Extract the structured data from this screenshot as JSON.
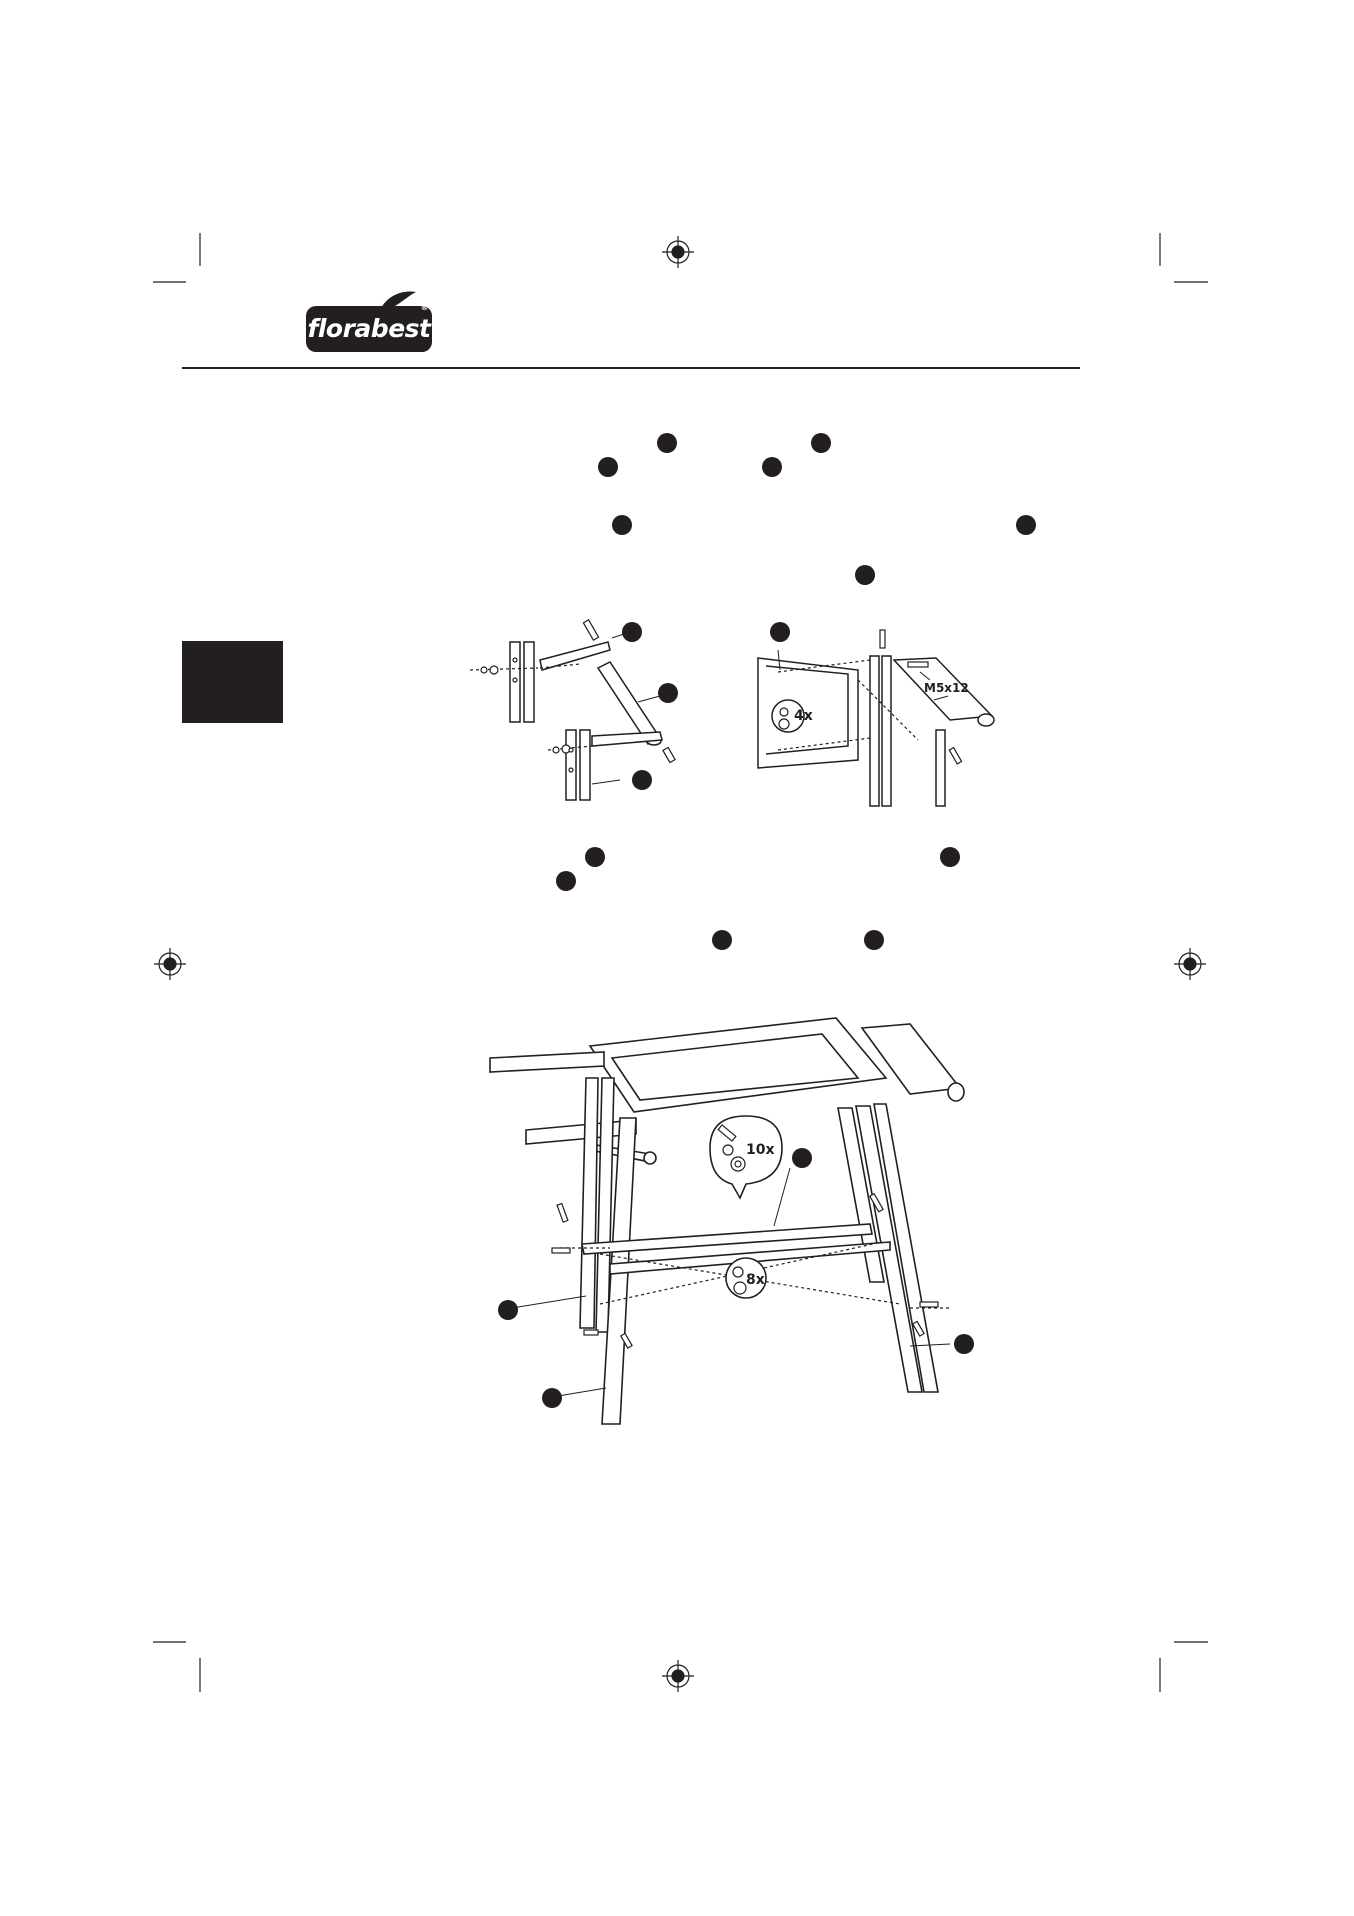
{
  "brand": {
    "name": "florabest",
    "registered": "®"
  },
  "figure1": {
    "callout_qty": "4x",
    "screw_label": "M5x12"
  },
  "figure2": {
    "callout_qty_bolts": "10x",
    "callout_qty_nuts": "8x"
  }
}
